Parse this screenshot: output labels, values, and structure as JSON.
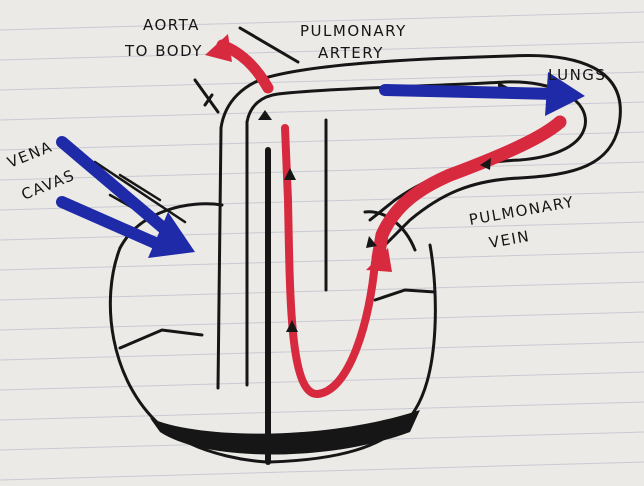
{
  "diagram": {
    "labels": {
      "aorta_line1": "AORTA",
      "aorta_line2": "TO BODY",
      "pulmonary_artery_line1": "PULMONARY",
      "pulmonary_artery_line2": "ARTERY",
      "lungs": "LUNGS",
      "vena_cavas_line1": "VENA",
      "vena_cavas_line2": "CAVAS",
      "pulmonary_vein_line1": "PULMONARY",
      "pulmonary_vein_line2": "VEIN"
    }
  },
  "colors": {
    "paper": "#eceae6",
    "ruled_line": "#c9c9d3",
    "ink": "#161616",
    "oxygenated_red": "#d72a3f",
    "deoxygenated_blue": "#1f2aa8"
  }
}
